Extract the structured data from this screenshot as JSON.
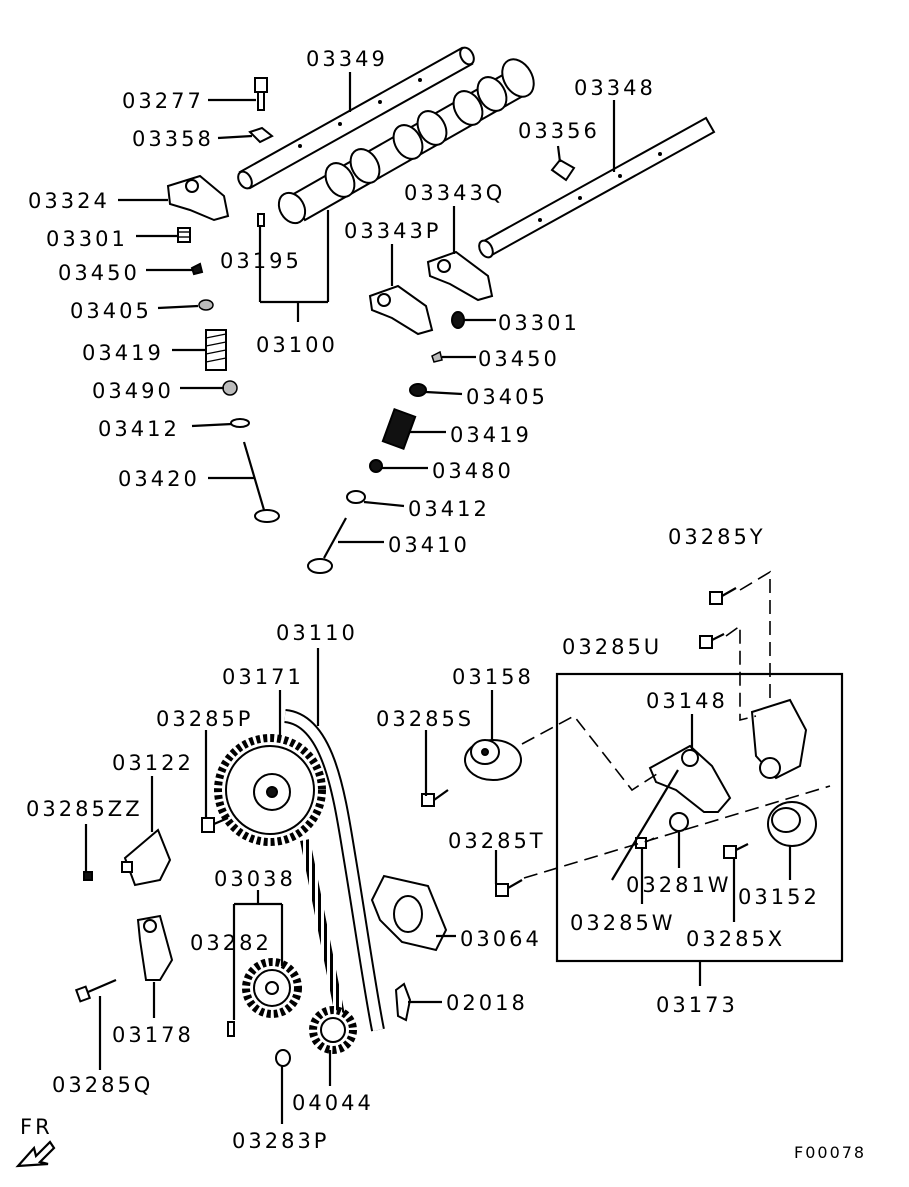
{
  "figure_code": "F00078",
  "direction_label": "FR",
  "parts": {
    "p03349": "03349",
    "p03348": "03348",
    "p03277": "03277",
    "p03358": "03358",
    "p03356": "03356",
    "p03324": "03324",
    "p03343q": "03343Q",
    "p03301a": "03301",
    "p03343p": "03343P",
    "p03195": "03195",
    "p03450a": "03450",
    "p03405a": "03405",
    "p03100": "03100",
    "p03301b": "03301",
    "p03419a": "03419",
    "p03450b": "03450",
    "p03490": "03490",
    "p03405b": "03405",
    "p03412a": "03412",
    "p03419b": "03419",
    "p03480": "03480",
    "p03420": "03420",
    "p03412b": "03412",
    "p03410": "03410",
    "p03285y": "03285Y",
    "p03110": "03110",
    "p03285u": "03285U",
    "p03171": "03171",
    "p03158": "03158",
    "p03148": "03148",
    "p03285p": "03285P",
    "p03285s": "03285S",
    "p03122": "03122",
    "p03285zz": "03285ZZ",
    "p03285t": "03285T",
    "p03038": "03038",
    "p03281w": "03281W",
    "p03152": "03152",
    "p03285w": "03285W",
    "p03282": "03282",
    "p03064": "03064",
    "p03285x": "03285X",
    "p03178": "03178",
    "p02018": "02018",
    "p03173": "03173",
    "p03285q": "03285Q",
    "p04044": "04044",
    "p03283p": "03283P"
  }
}
